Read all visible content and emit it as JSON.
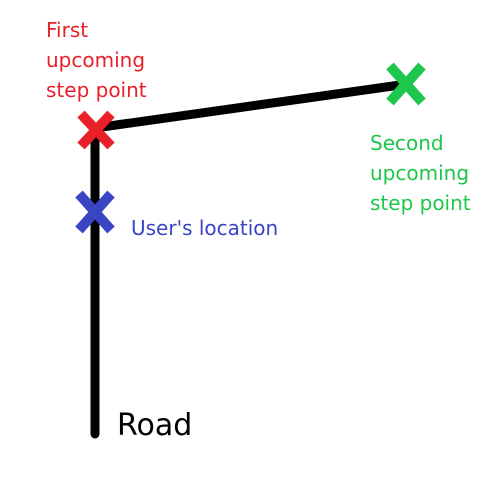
{
  "colors": {
    "road": "#000000",
    "first_step": "#e8202a",
    "second_step": "#1ec64b",
    "user": "#3a45c4"
  },
  "markers": {
    "first_step": {
      "symbol": "X",
      "label": "First\nupcoming\nstep point"
    },
    "second_step": {
      "symbol": "X",
      "label": "Second\nupcoming\nstep point"
    },
    "user_location": {
      "symbol": "X",
      "label": "User's location"
    }
  },
  "road": {
    "label": "Road"
  }
}
